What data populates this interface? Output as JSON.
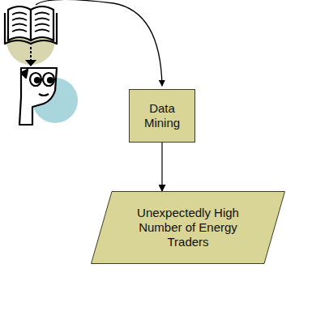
{
  "diagram": {
    "nodes": [
      {
        "text": [
          "Data Mining"
        ]
      },
      {
        "text": [
          "Unexpectedly High Number of Energy Traders"
        ]
      }
    ],
    "edges": [
      {
        "from": 0,
        "to": 1,
        "arrow": "to"
      }
    ]
  }
}
